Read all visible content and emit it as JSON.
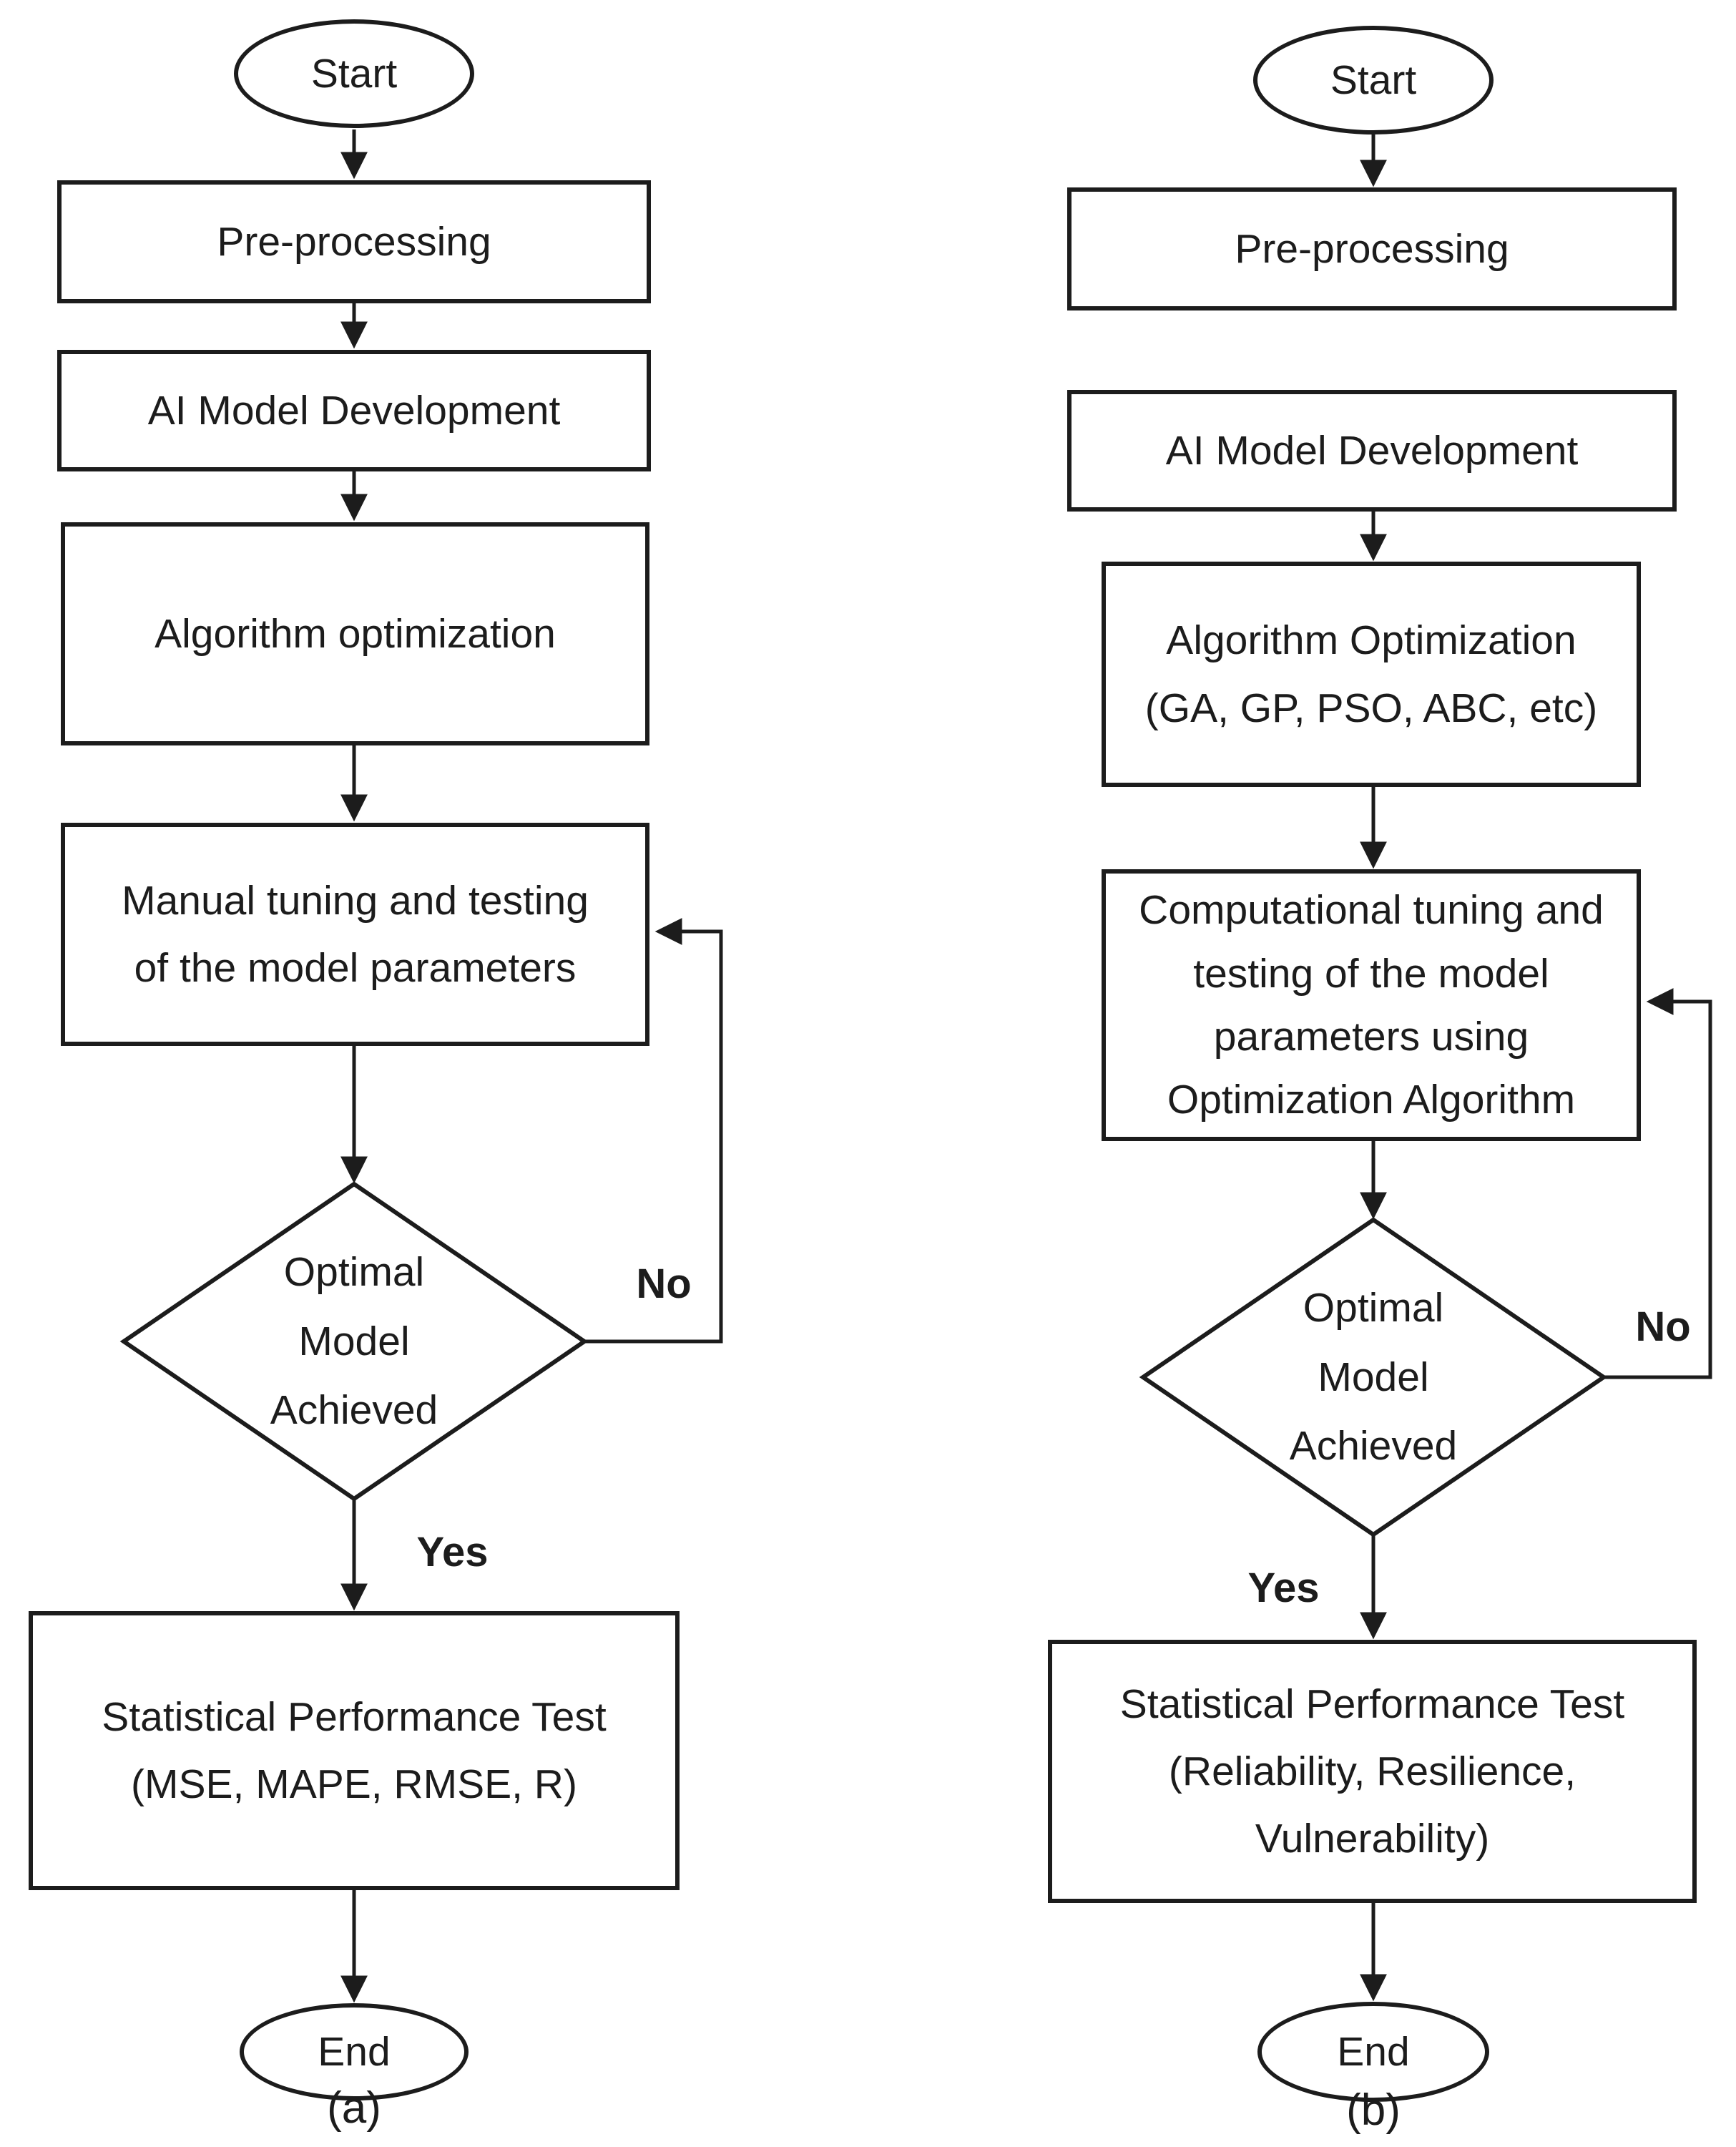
{
  "figure": {
    "background": "#ffffff",
    "ink": "#1c1c1c",
    "charts": [
      {
        "caption": "(a)",
        "nodes": {
          "start": "Start",
          "preprocessing": "Pre-processing",
          "ai_model": "AI Model Development",
          "algorithm": "Algorithm optimization",
          "tuning": "Manual tuning and testing\nof the model parameters",
          "decision": "Optimal\nModel\nAchieved",
          "no": "No",
          "yes": "Yes",
          "stat_test": "Statistical Performance Test\n(MSE, MAPE, RMSE, R)",
          "end": "End"
        }
      },
      {
        "caption": "(b)",
        "nodes": {
          "start": "Start",
          "preprocessing": "Pre-processing",
          "ai_model": "AI Model Development",
          "algorithm": "Algorithm Optimization\n(GA, GP, PSO, ABC, etc)",
          "tuning": "Computational tuning and\ntesting of the model\nparameters using\nOptimization Algorithm",
          "decision": "Optimal\nModel\nAchieved",
          "no": "No",
          "yes": "Yes",
          "stat_test": "Statistical Performance Test\n(Reliability, Resilience,\nVulnerability)",
          "end": "End"
        }
      }
    ]
  }
}
